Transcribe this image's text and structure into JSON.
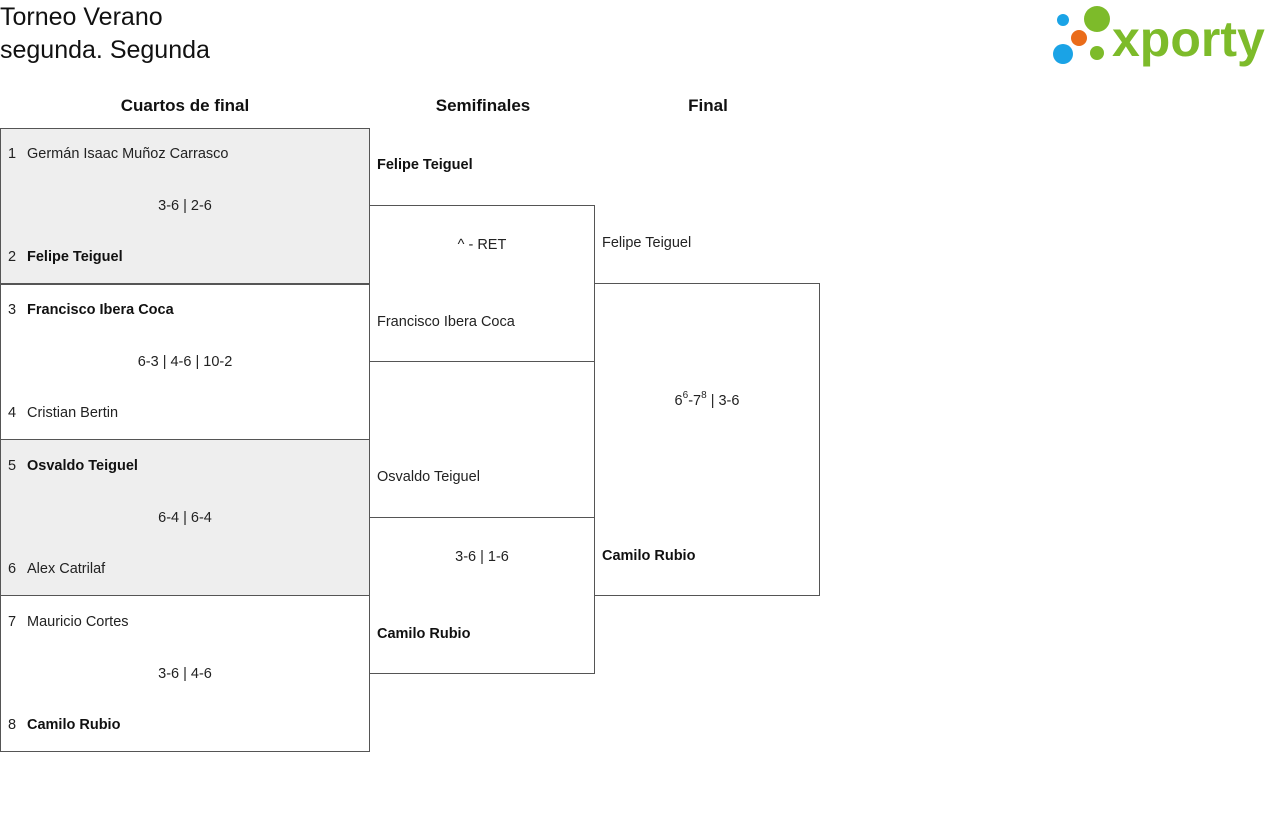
{
  "header": {
    "line1": "Torneo Verano",
    "line2": "segunda. Segunda"
  },
  "logo": {
    "text": "xporty",
    "colors": {
      "green": "#7dbb2a",
      "blue": "#1aa3e6",
      "orange": "#ea6c1a"
    }
  },
  "rounds": {
    "qf": "Cuartos de final",
    "sf": "Semifinales",
    "final": "Final"
  },
  "quarterfinals": [
    {
      "p1_seed": "1",
      "p1": "Germán Isaac Muñoz Carrasco",
      "score": "3-6 | 2-6",
      "p2_seed": "2",
      "p2": "Felipe Teiguel"
    },
    {
      "p1_seed": "3",
      "p1": "Francisco Ibera Coca",
      "score": "6-3 | 4-6 | 10-2",
      "p2_seed": "4",
      "p2": "Cristian Bertin"
    },
    {
      "p1_seed": "5",
      "p1": "Osvaldo Teiguel",
      "score": "6-4 | 6-4",
      "p2_seed": "6",
      "p2": "Alex Catrilaf"
    },
    {
      "p1_seed": "7",
      "p1": "Mauricio Cortes",
      "score": "3-6 | 4-6",
      "p2_seed": "8",
      "p2": "Camilo Rubio"
    }
  ],
  "semifinals": [
    {
      "p1": "Felipe Teiguel",
      "score": "^ - RET",
      "p2": "Francisco Ibera Coca"
    },
    {
      "p1": "Osvaldo Teiguel",
      "score": "3-6 | 1-6",
      "p2": "Camilo Rubio"
    }
  ],
  "final": {
    "p1": "Felipe Teiguel",
    "p2": "Camilo Rubio",
    "score": {
      "s1_a": "6",
      "s1_a_tb": "6",
      "s1_sep": "-",
      "s1_b": "7",
      "s1_b_tb": "8",
      "rest": " | 3-6"
    }
  }
}
